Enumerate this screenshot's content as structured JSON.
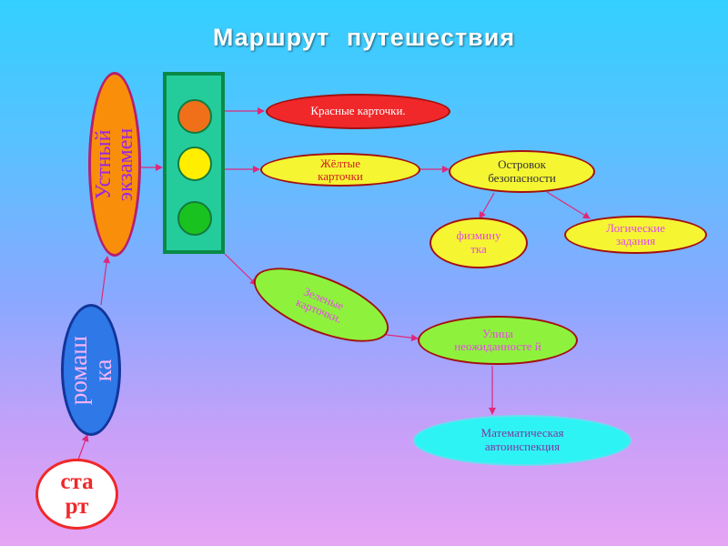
{
  "title": "Маршрут  путешествия",
  "nodes": {
    "start": "ста рт",
    "romashka": "ромаш ка",
    "oral_exam": "Устный экзамен",
    "red_cards": "Красные карточки.",
    "yellow_cards": "Жёлтые карточки",
    "green_cards": "Зеленые карточки.",
    "safety_island": "Островок безопасности",
    "physical_break": "физмину тка",
    "logic_tasks": "Логические задания",
    "surprise_street": "Улица неожиданносте й",
    "math_inspection": "Математическая автоинспекция"
  },
  "traffic_light": {
    "lamps": [
      "red-lamp",
      "yellow-lamp",
      "green-lamp"
    ]
  },
  "colors": {
    "background_top": "#33d0ff",
    "background_bottom": "#e6a4f4",
    "node_red": "#f0282a",
    "node_yellow": "#f5f532",
    "node_orange": "#f98e0a",
    "node_blue": "#2e78e8",
    "node_green": "#8ef23c",
    "node_cyan": "#2ef3f5",
    "node_border": "#a31010",
    "traffic_body": "#24cc9c",
    "lamp_red": "#f0701a",
    "lamp_yellow": "#ffee00",
    "lamp_green": "#19c21e",
    "connector": "#e0287a"
  }
}
